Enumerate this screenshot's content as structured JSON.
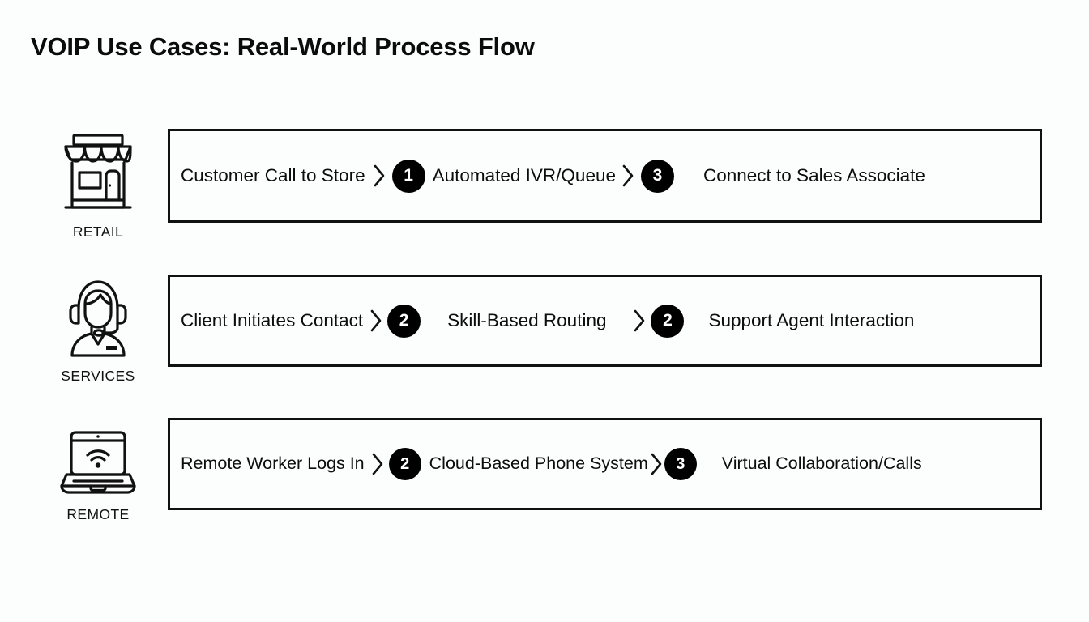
{
  "title": "VOIP Use Cases: Real-World Process Flow",
  "colors": {
    "background": "#fcfdfd",
    "ink": "#111111",
    "badge_fill": "#000000",
    "badge_text": "#ffffff",
    "border": "#111111"
  },
  "rows": [
    {
      "icon": "storefront-icon",
      "label": "RETAIL",
      "steps": [
        "Customer Call to Store",
        "Automated IVR/Queue",
        "Connect to Sales Associate"
      ],
      "badges": [
        "1",
        "3"
      ],
      "connector": "chevron-right-icon"
    },
    {
      "icon": "headset-agent-icon",
      "label": "SERVICES",
      "steps": [
        "Client Initiates Contact",
        "Skill-Based Routing",
        "Support Agent Interaction"
      ],
      "badges": [
        "2",
        "2"
      ],
      "connector": "chevron-right-icon"
    },
    {
      "icon": "laptop-wifi-icon",
      "label": "REMOTE",
      "steps": [
        "Remote Worker Logs In",
        "Cloud-Based Phone System",
        "Virtual Collaboration/Calls"
      ],
      "badges": [
        "2",
        "3"
      ],
      "connector": "chevron-right-icon"
    }
  ]
}
